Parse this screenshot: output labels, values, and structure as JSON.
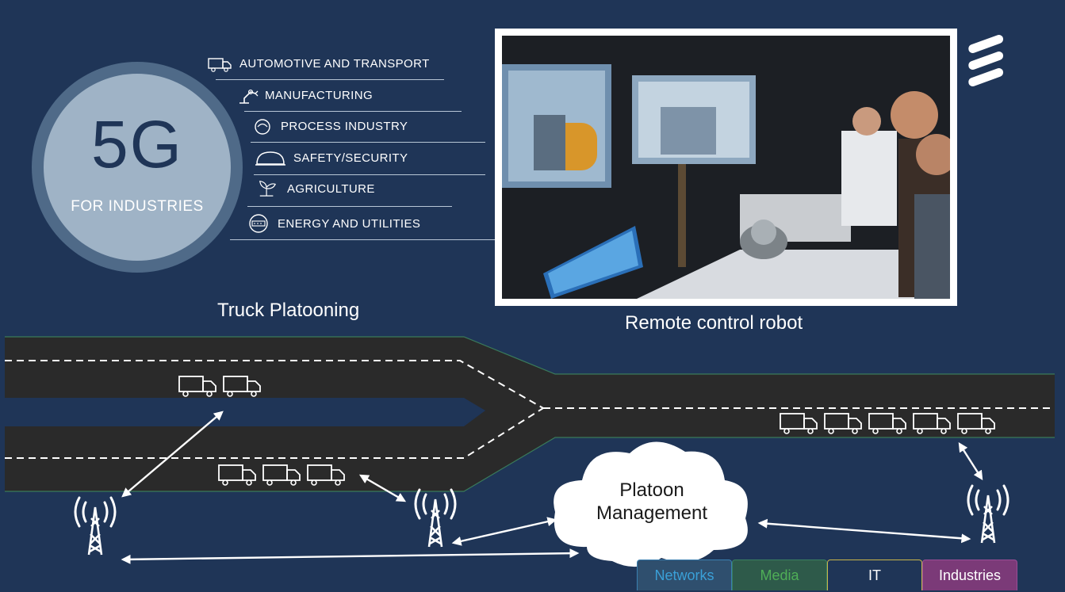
{
  "badge": {
    "big": "5G",
    "sub": "FOR INDUSTRIES"
  },
  "industries": [
    {
      "label": "AUTOMOTIVE AND TRANSPORT",
      "icon": "truck-icon"
    },
    {
      "label": "MANUFACTURING",
      "icon": "robot-arm-icon"
    },
    {
      "label": "PROCESS INDUSTRY",
      "icon": "process-icon"
    },
    {
      "label": "SAFETY/SECURITY",
      "icon": "helmet-icon"
    },
    {
      "label": "AGRICULTURE",
      "icon": "plant-icon"
    },
    {
      "label": "ENERGY AND UTILITIES",
      "icon": "meter-icon"
    }
  ],
  "captions": {
    "truck": "Truck Platooning",
    "robot": "Remote control robot"
  },
  "cloud": {
    "line1": "Platoon",
    "line2": "Management"
  },
  "tabs": [
    {
      "label": "Networks",
      "bg": "#2f4f6e",
      "fg": "#3aa0d8",
      "border": "#3a7fb0"
    },
    {
      "label": "Media",
      "bg": "#2e5a4a",
      "fg": "#4fae57",
      "border": "#3a8060"
    },
    {
      "label": "IT",
      "bg": "#1f3557",
      "fg": "#ffffff",
      "border": "#c9b54a"
    },
    {
      "label": "Industries",
      "bg": "#7b3a78",
      "fg": "#ffffff",
      "border": "#9a4e96"
    }
  ],
  "colors": {
    "background": "#1f3557",
    "road": "#2a2a2a",
    "badge_outer": "#4f6a88",
    "badge_inner": "#9fb3c6"
  }
}
